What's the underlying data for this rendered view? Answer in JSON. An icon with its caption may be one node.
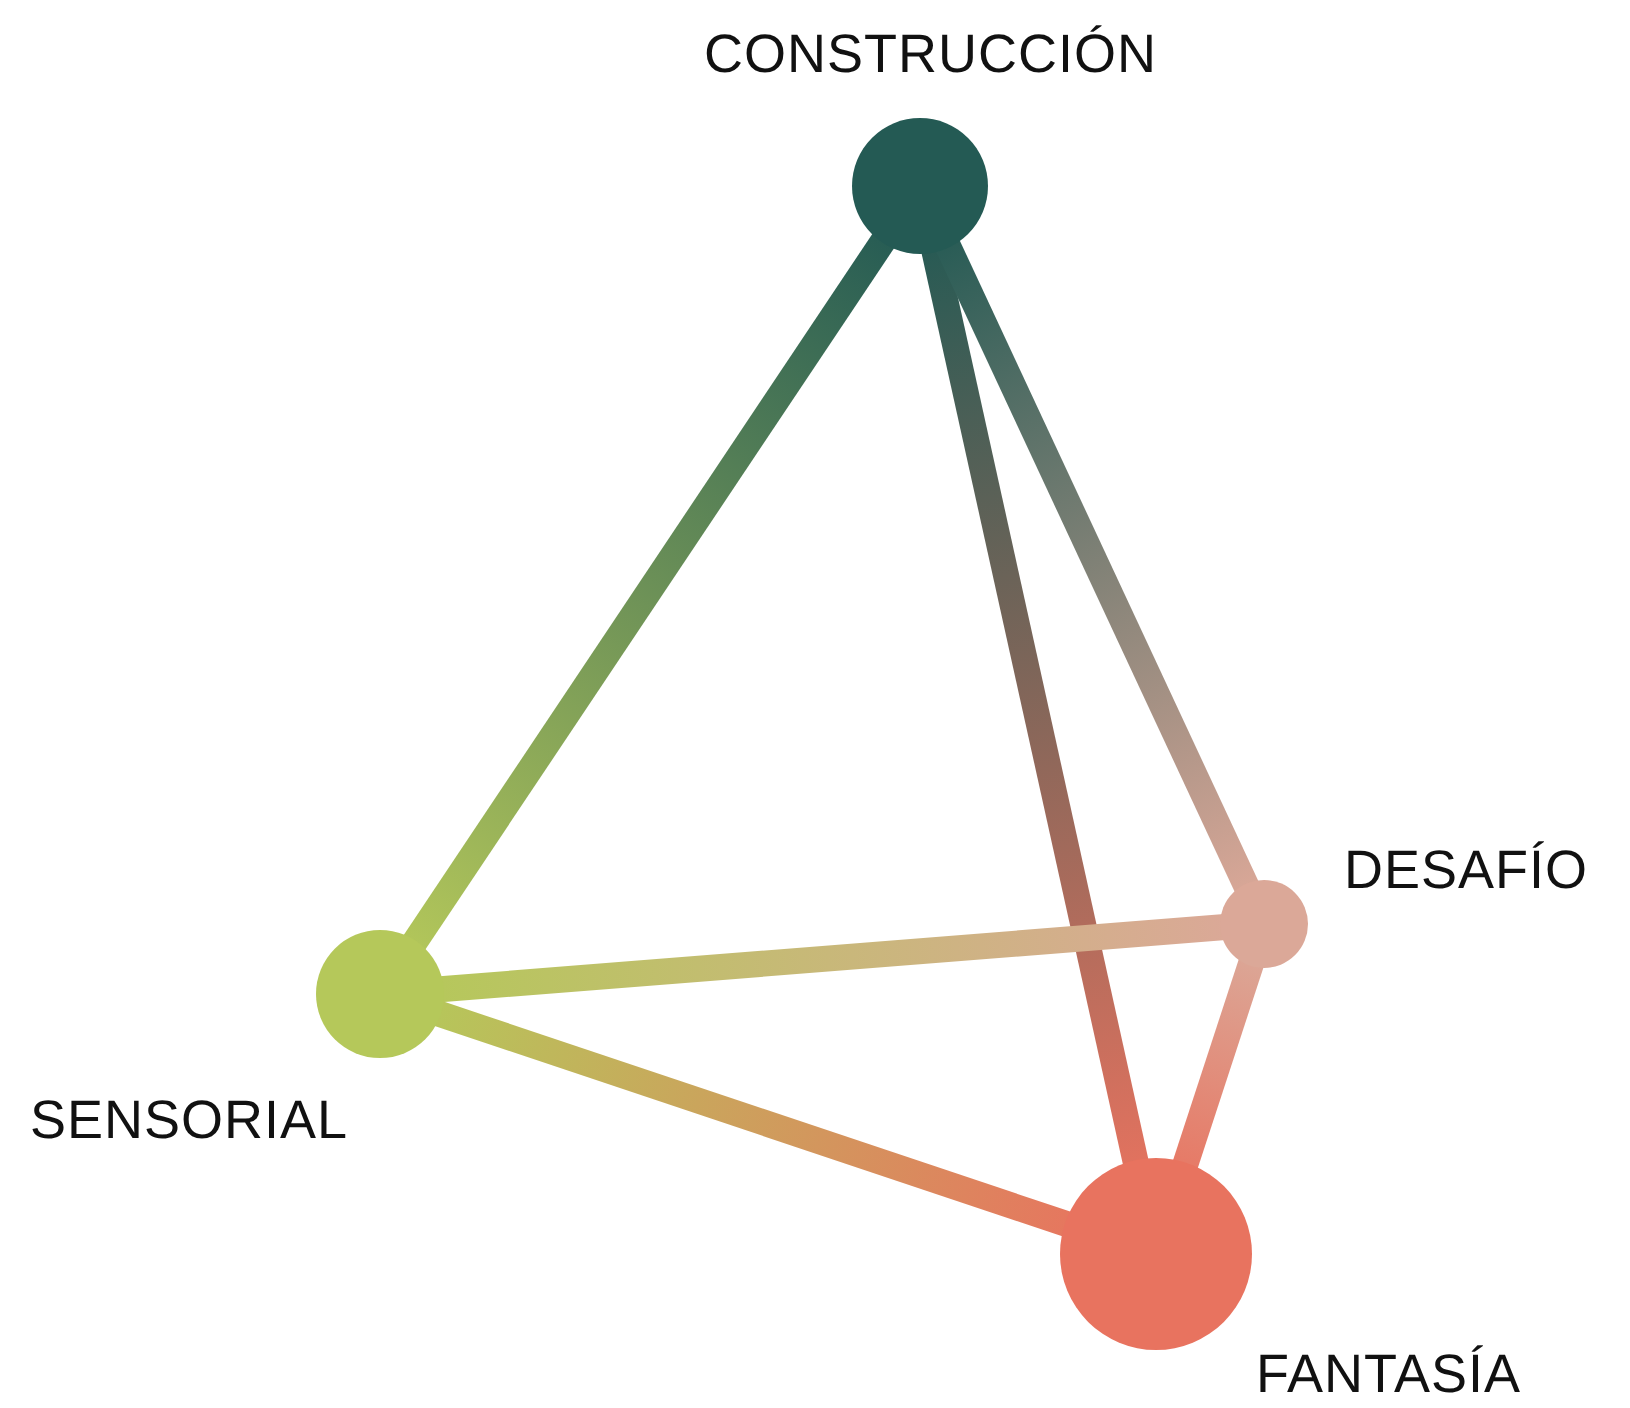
{
  "diagram": {
    "nodes": [
      {
        "text": [],
        "shape": "circle",
        "beside": [
          "CONSTRUCCIÓN"
        ]
      },
      {
        "text": [],
        "shape": "circle",
        "beside": [
          "DESAFÍO"
        ]
      },
      {
        "text": [],
        "shape": "circle",
        "beside": [
          "SENSORIAL"
        ]
      },
      {
        "text": [],
        "shape": "circle",
        "beside": [
          "FANTASÍA"
        ]
      }
    ],
    "edges": [
      {
        "from": 0,
        "to": 2,
        "arrow": "none"
      },
      {
        "from": 0,
        "to": 3,
        "arrow": "none"
      },
      {
        "from": 0,
        "to": 1,
        "arrow": "none"
      },
      {
        "from": 2,
        "to": 1,
        "arrow": "none"
      },
      {
        "from": 2,
        "to": 3,
        "arrow": "none"
      },
      {
        "from": 1,
        "to": 3,
        "arrow": "none"
      }
    ]
  }
}
